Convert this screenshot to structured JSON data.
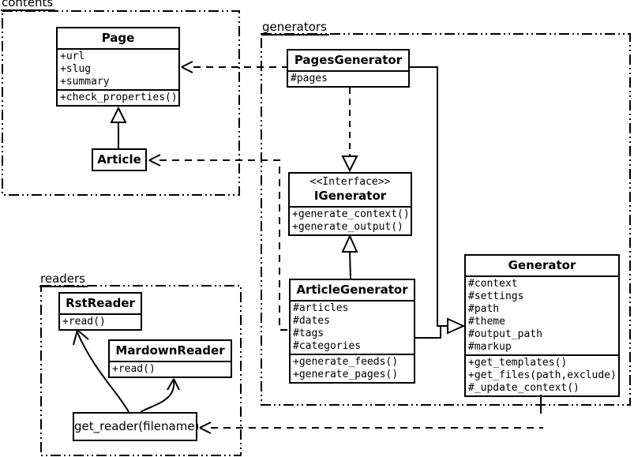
{
  "packages": {
    "contents": {
      "label": "contents"
    },
    "generators": {
      "label": "generators"
    },
    "readers": {
      "label": "readers"
    }
  },
  "classes": {
    "page": {
      "name": "Page",
      "attributes": [
        "+url",
        "+slug",
        "+summary"
      ],
      "methods": [
        "+check_properties()"
      ]
    },
    "article": {
      "name": "Article"
    },
    "pages_generator": {
      "name": "PagesGenerator",
      "attributes": [
        "#pages"
      ]
    },
    "igenerator": {
      "stereotype": "<<Interface>>",
      "name": "IGenerator",
      "methods": [
        "+generate_context()",
        "+generate_output()"
      ]
    },
    "article_generator": {
      "name": "ArticleGenerator",
      "attributes": [
        "#articles",
        "#dates",
        "#tags",
        "#categories"
      ],
      "methods": [
        "+generate_feeds()",
        "+generate_pages()"
      ]
    },
    "generator": {
      "name": "Generator",
      "attributes": [
        "#context",
        "#settings",
        "#path",
        "#theme",
        "#output_path",
        "#markup"
      ],
      "methods": [
        "+get_templates()",
        "+get_files(path,exclude)",
        "#_update_context()"
      ]
    },
    "rst_reader": {
      "name": "RstReader",
      "methods": [
        "+read()"
      ]
    },
    "mardown_reader": {
      "name": "MardownReader",
      "methods": [
        "+read()"
      ]
    },
    "get_reader": {
      "label": "get_reader(filename)"
    }
  },
  "relationships": [
    {
      "from": "Article",
      "to": "Page",
      "type": "inheritance"
    },
    {
      "from": "PagesGenerator",
      "to": "IGenerator",
      "type": "realization"
    },
    {
      "from": "ArticleGenerator",
      "to": "IGenerator",
      "type": "inheritance"
    },
    {
      "from": "PagesGenerator",
      "to": "Generator",
      "type": "inheritance"
    },
    {
      "from": "ArticleGenerator",
      "to": "Generator",
      "type": "inheritance"
    },
    {
      "from": "PagesGenerator",
      "to": "Page",
      "type": "dependency"
    },
    {
      "from": "ArticleGenerator",
      "to": "Article",
      "type": "dependency"
    },
    {
      "from": "Generator",
      "to": "get_reader(filename)",
      "type": "dependency"
    },
    {
      "from": "get_reader(filename)",
      "to": "RstReader",
      "type": "arrow"
    },
    {
      "from": "get_reader(filename)",
      "to": "MardownReader",
      "type": "arrow"
    }
  ],
  "colors": {
    "line": "#000000",
    "background": "#ffffff"
  }
}
